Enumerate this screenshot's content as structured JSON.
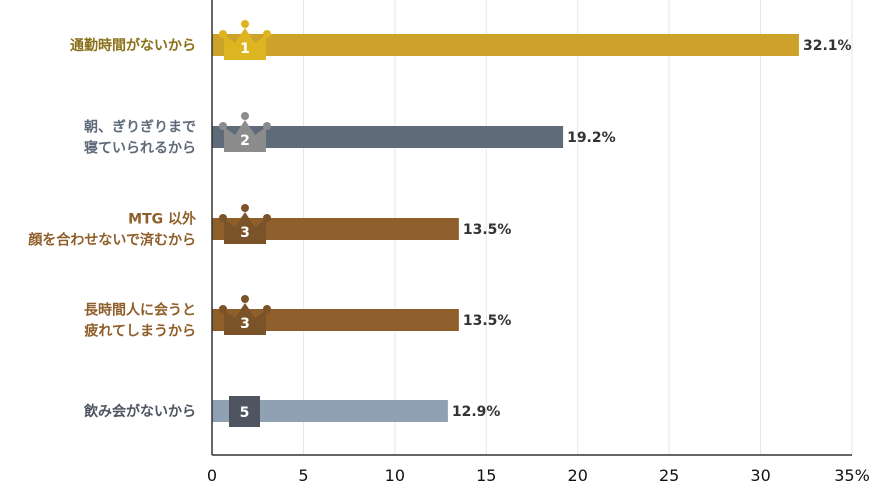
{
  "chart_data": {
    "type": "bar",
    "orientation": "horizontal",
    "categories": [
      [
        "通勤時間がないから"
      ],
      [
        "朝、ぎりぎりまで",
        "寝ていられるから"
      ],
      [
        "MTG 以外",
        "顔を合わせないで済むから"
      ],
      [
        "長時間人に会うと",
        "疲れてしまうから"
      ],
      [
        "飲み会がないから"
      ]
    ],
    "values": [
      32.1,
      19.2,
      13.5,
      13.5,
      12.9
    ],
    "value_labels": [
      "32.1%",
      "19.2%",
      "13.5%",
      "13.5%",
      "12.9%"
    ],
    "ranks": [
      "1",
      "2",
      "3",
      "3",
      "5"
    ],
    "rank_badges": [
      "crown",
      "crown",
      "crown",
      "crown",
      "box"
    ],
    "bar_colors": [
      "#CDA22A",
      "#5F6B78",
      "#8F5F2B",
      "#8F5F2B",
      "#8FA1B3"
    ],
    "badge_colors": [
      "#DDB520",
      "#8C8C8C",
      "#7A5428",
      "#7A5428",
      "#4E5560"
    ],
    "label_colors": [
      "#8A7018",
      "#5F6B78",
      "#8F5F2B",
      "#8F5F2B",
      "#4E5560"
    ],
    "xlim": [
      0,
      35
    ],
    "xticks": [
      0,
      5,
      10,
      15,
      20,
      25,
      30,
      35
    ],
    "xtick_labels": [
      "0",
      "5",
      "10",
      "15",
      "20",
      "25",
      "30",
      "35%"
    ],
    "grid": true,
    "title": "",
    "xlabel": "",
    "ylabel": ""
  }
}
